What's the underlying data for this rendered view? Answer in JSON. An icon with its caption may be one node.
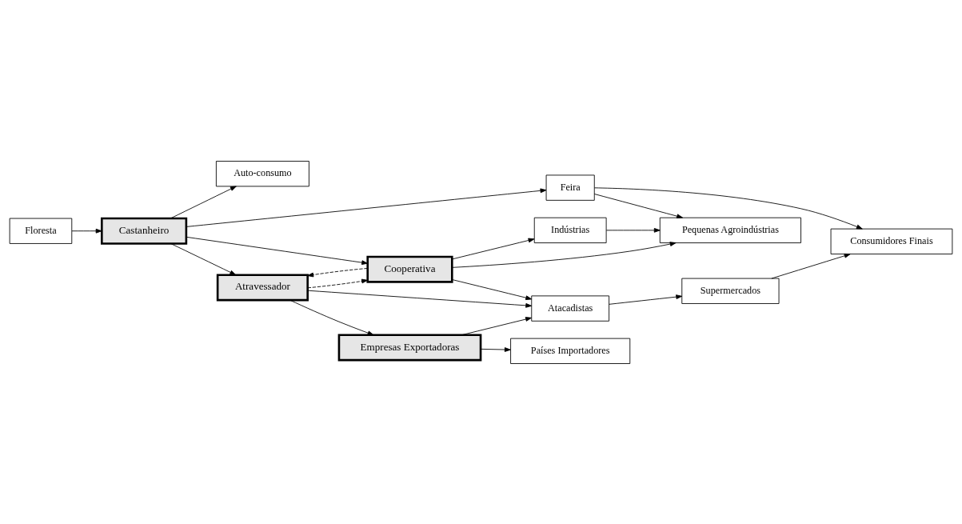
{
  "diagram": {
    "nodes": [
      {
        "text": [
          "Floresta"
        ]
      },
      {
        "text": [
          "Castanheiro"
        ]
      },
      {
        "text": [
          "Auto-consumo"
        ]
      },
      {
        "text": [
          "Feira"
        ]
      },
      {
        "text": [
          "Atravessador"
        ]
      },
      {
        "text": [
          "Cooperativa"
        ]
      },
      {
        "text": [
          "Empresas Exportadoras"
        ]
      },
      {
        "text": [
          "Países Importadores"
        ]
      },
      {
        "text": [
          "Atacadistas"
        ]
      },
      {
        "text": [
          "Indústrias"
        ]
      },
      {
        "text": [
          "Supermercados"
        ]
      },
      {
        "text": [
          "Pequenas Agroindústrias"
        ]
      },
      {
        "text": [
          "Consumidores Finais"
        ]
      }
    ],
    "edges": [
      {
        "from": 0,
        "to": 1,
        "arrow": "to"
      },
      {
        "from": 1,
        "to": 2,
        "arrow": "to"
      },
      {
        "from": 1,
        "to": 3,
        "arrow": "to"
      },
      {
        "from": 1,
        "to": 4,
        "arrow": "to"
      },
      {
        "from": 1,
        "to": 5,
        "arrow": "to"
      },
      {
        "from": 4,
        "to": 6,
        "arrow": "to"
      },
      {
        "from": 4,
        "to": 8,
        "arrow": "to"
      },
      {
        "from": 6,
        "to": 7,
        "arrow": "to"
      },
      {
        "from": 6,
        "to": 8,
        "arrow": "to"
      },
      {
        "from": 4,
        "to": 5,
        "arrow": "to",
        "style": "dashed"
      },
      {
        "from": 5,
        "to": 4,
        "arrow": "to",
        "style": "dashed"
      },
      {
        "from": 5,
        "to": 8,
        "arrow": "to"
      },
      {
        "from": 5,
        "to": 9,
        "arrow": "to"
      },
      {
        "from": 5,
        "to": 11,
        "arrow": "to"
      },
      {
        "from": 9,
        "to": 11,
        "arrow": "to"
      },
      {
        "from": 8,
        "to": 10,
        "arrow": "to"
      },
      {
        "from": 10,
        "to": 12,
        "arrow": "to"
      },
      {
        "from": 3,
        "to": 11,
        "arrow": "to"
      },
      {
        "from": 3,
        "to": 12,
        "arrow": "to"
      }
    ]
  }
}
